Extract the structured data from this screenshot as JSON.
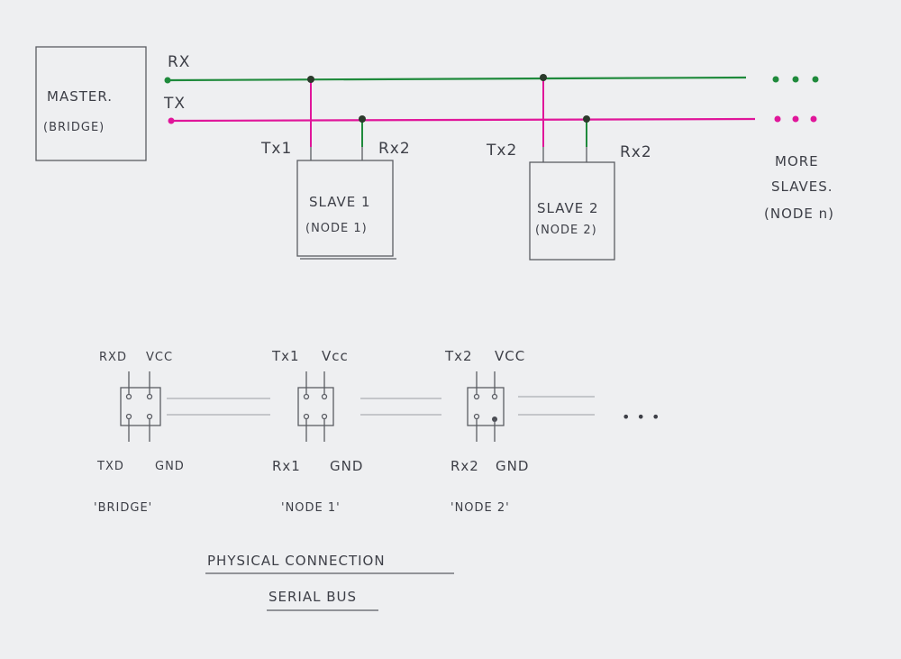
{
  "colors": {
    "rx_line": "#1f8a3c",
    "tx_line": "#e0169a",
    "pencil": "#5a5c63",
    "paper": "#eeeff1"
  },
  "bus_diagram": {
    "master_line1": "MASTER.",
    "master_line2": "(BRIDGE)",
    "rx_label": "RX",
    "tx_label": "TX",
    "slave1": {
      "line1": "SLAVE 1",
      "line2": "(NODE 1)",
      "tx": "Tx1",
      "rx": "Rx2"
    },
    "slave2": {
      "line1": "SLAVE 2",
      "line2": "(NODE 2)",
      "tx": "Tx2",
      "rx": "Rx2"
    },
    "more_line1": "MORE",
    "more_line2": "SLAVES.",
    "more_line3": "(NODE n)"
  },
  "physical": {
    "connectors": [
      {
        "top_left": "RXD",
        "top_right": "VCC",
        "bottom_left": "TXD",
        "bottom_right": "GND",
        "name": "'BRIDGE'"
      },
      {
        "top_left": "Tx1",
        "top_right": "Vcc",
        "bottom_left": "Rx1",
        "bottom_right": "GND",
        "name": "'NODE 1'"
      },
      {
        "top_left": "Tx2",
        "top_right": "VCC",
        "bottom_left": "Rx2",
        "bottom_right": "GND",
        "name": "'NODE 2'"
      }
    ],
    "ellipsis": "• • •",
    "title_line1": "PHYSICAL CONNECTION",
    "title_line2": "SERIAL BUS"
  }
}
